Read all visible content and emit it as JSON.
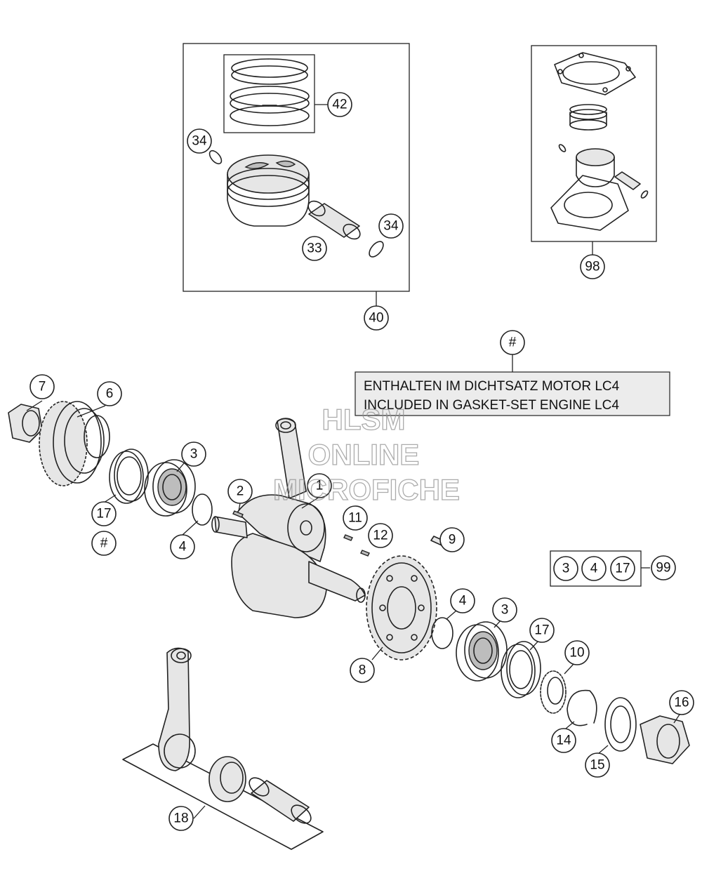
{
  "callouts": {
    "c42": "42",
    "c34a": "34",
    "c34b": "34",
    "c33": "33",
    "c40": "40",
    "c98": "98",
    "c_hash_top": "#",
    "c7": "7",
    "c6": "6",
    "c3a": "3",
    "c2": "2",
    "c1": "1",
    "c17a": "17",
    "c_hash_left": "#",
    "c4a": "4",
    "c11": "11",
    "c12": "12",
    "c9": "9",
    "c4b": "4",
    "c3b": "3",
    "c17b": "17",
    "c10": "10",
    "c8": "8",
    "c14": "14",
    "c15": "15",
    "c16": "16",
    "c18": "18",
    "kit_3": "3",
    "kit_4": "4",
    "kit_17": "17",
    "c99": "99"
  },
  "note": {
    "line1": "ENTHALTEN IM DICHTSATZ MOTOR LC4",
    "line2": "INCLUDED IN GASKET-SET ENGINE LC4"
  },
  "watermark": {
    "line1": "HLSM",
    "line2": "ONLINE",
    "line3": "MICROFICHE"
  },
  "colors": {
    "ink": "#222222",
    "note_background": "#ececec",
    "watermark": "#8f8f8f"
  }
}
